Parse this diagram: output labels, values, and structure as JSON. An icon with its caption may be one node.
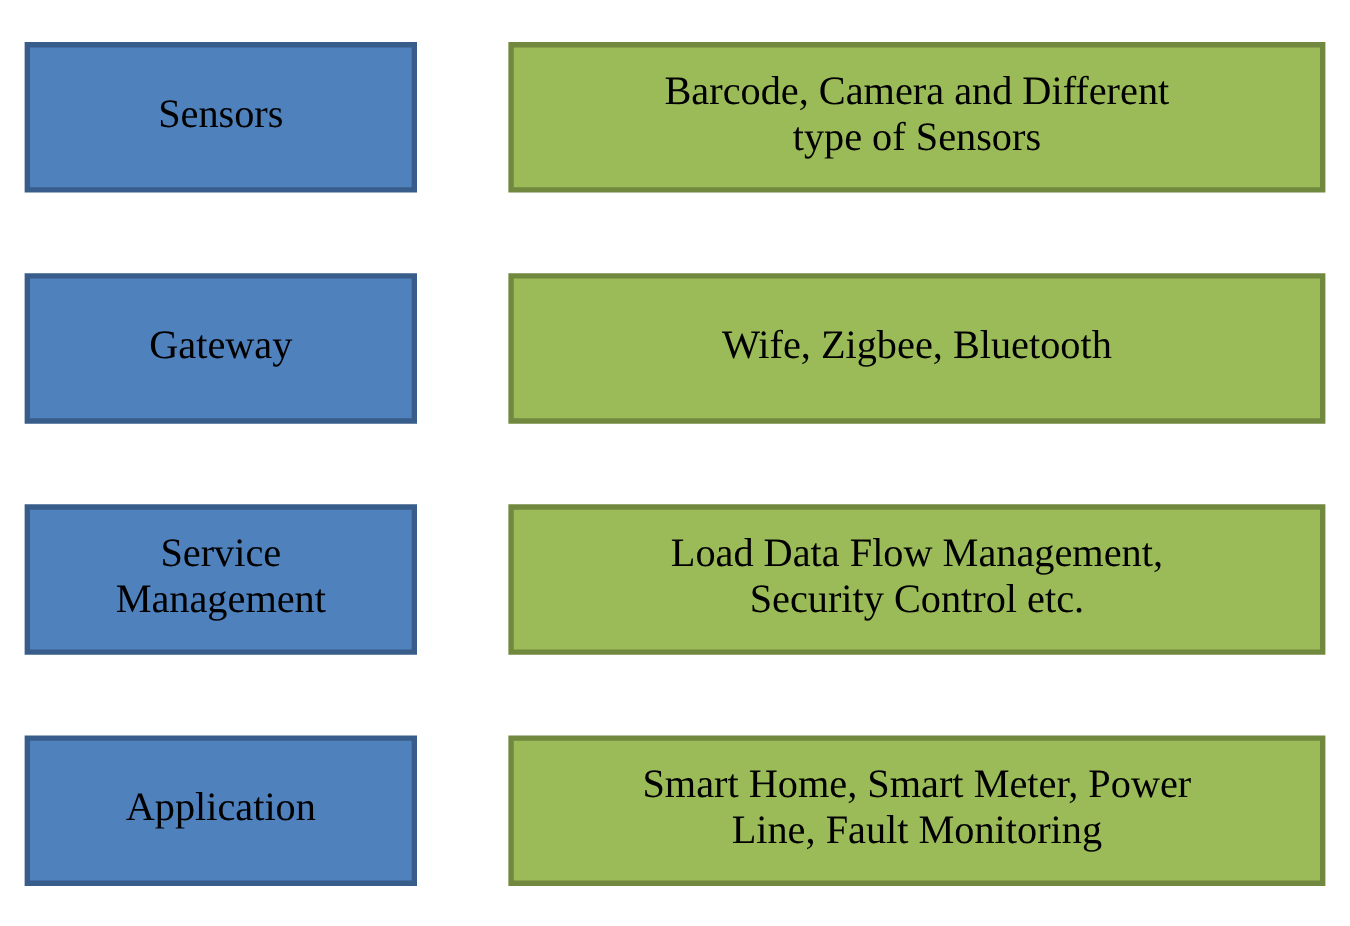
{
  "diagram": {
    "nodes": [
      {
        "text": [
          "Sensors"
        ]
      },
      {
        "text": [
          "Barcode, Camera and Different type of Sensors"
        ]
      },
      {
        "text": [
          "Gateway"
        ]
      },
      {
        "text": [
          "Wife, Zigbee, Bluetooth"
        ]
      },
      {
        "text": [
          "Service Management"
        ]
      },
      {
        "text": [
          "Load Data Flow Management, Security Control etc."
        ]
      },
      {
        "text": [
          "Application"
        ]
      },
      {
        "text": [
          "Smart Home, Smart Meter, Power Line, Fault Monitoring"
        ]
      }
    ],
    "edges": []
  }
}
